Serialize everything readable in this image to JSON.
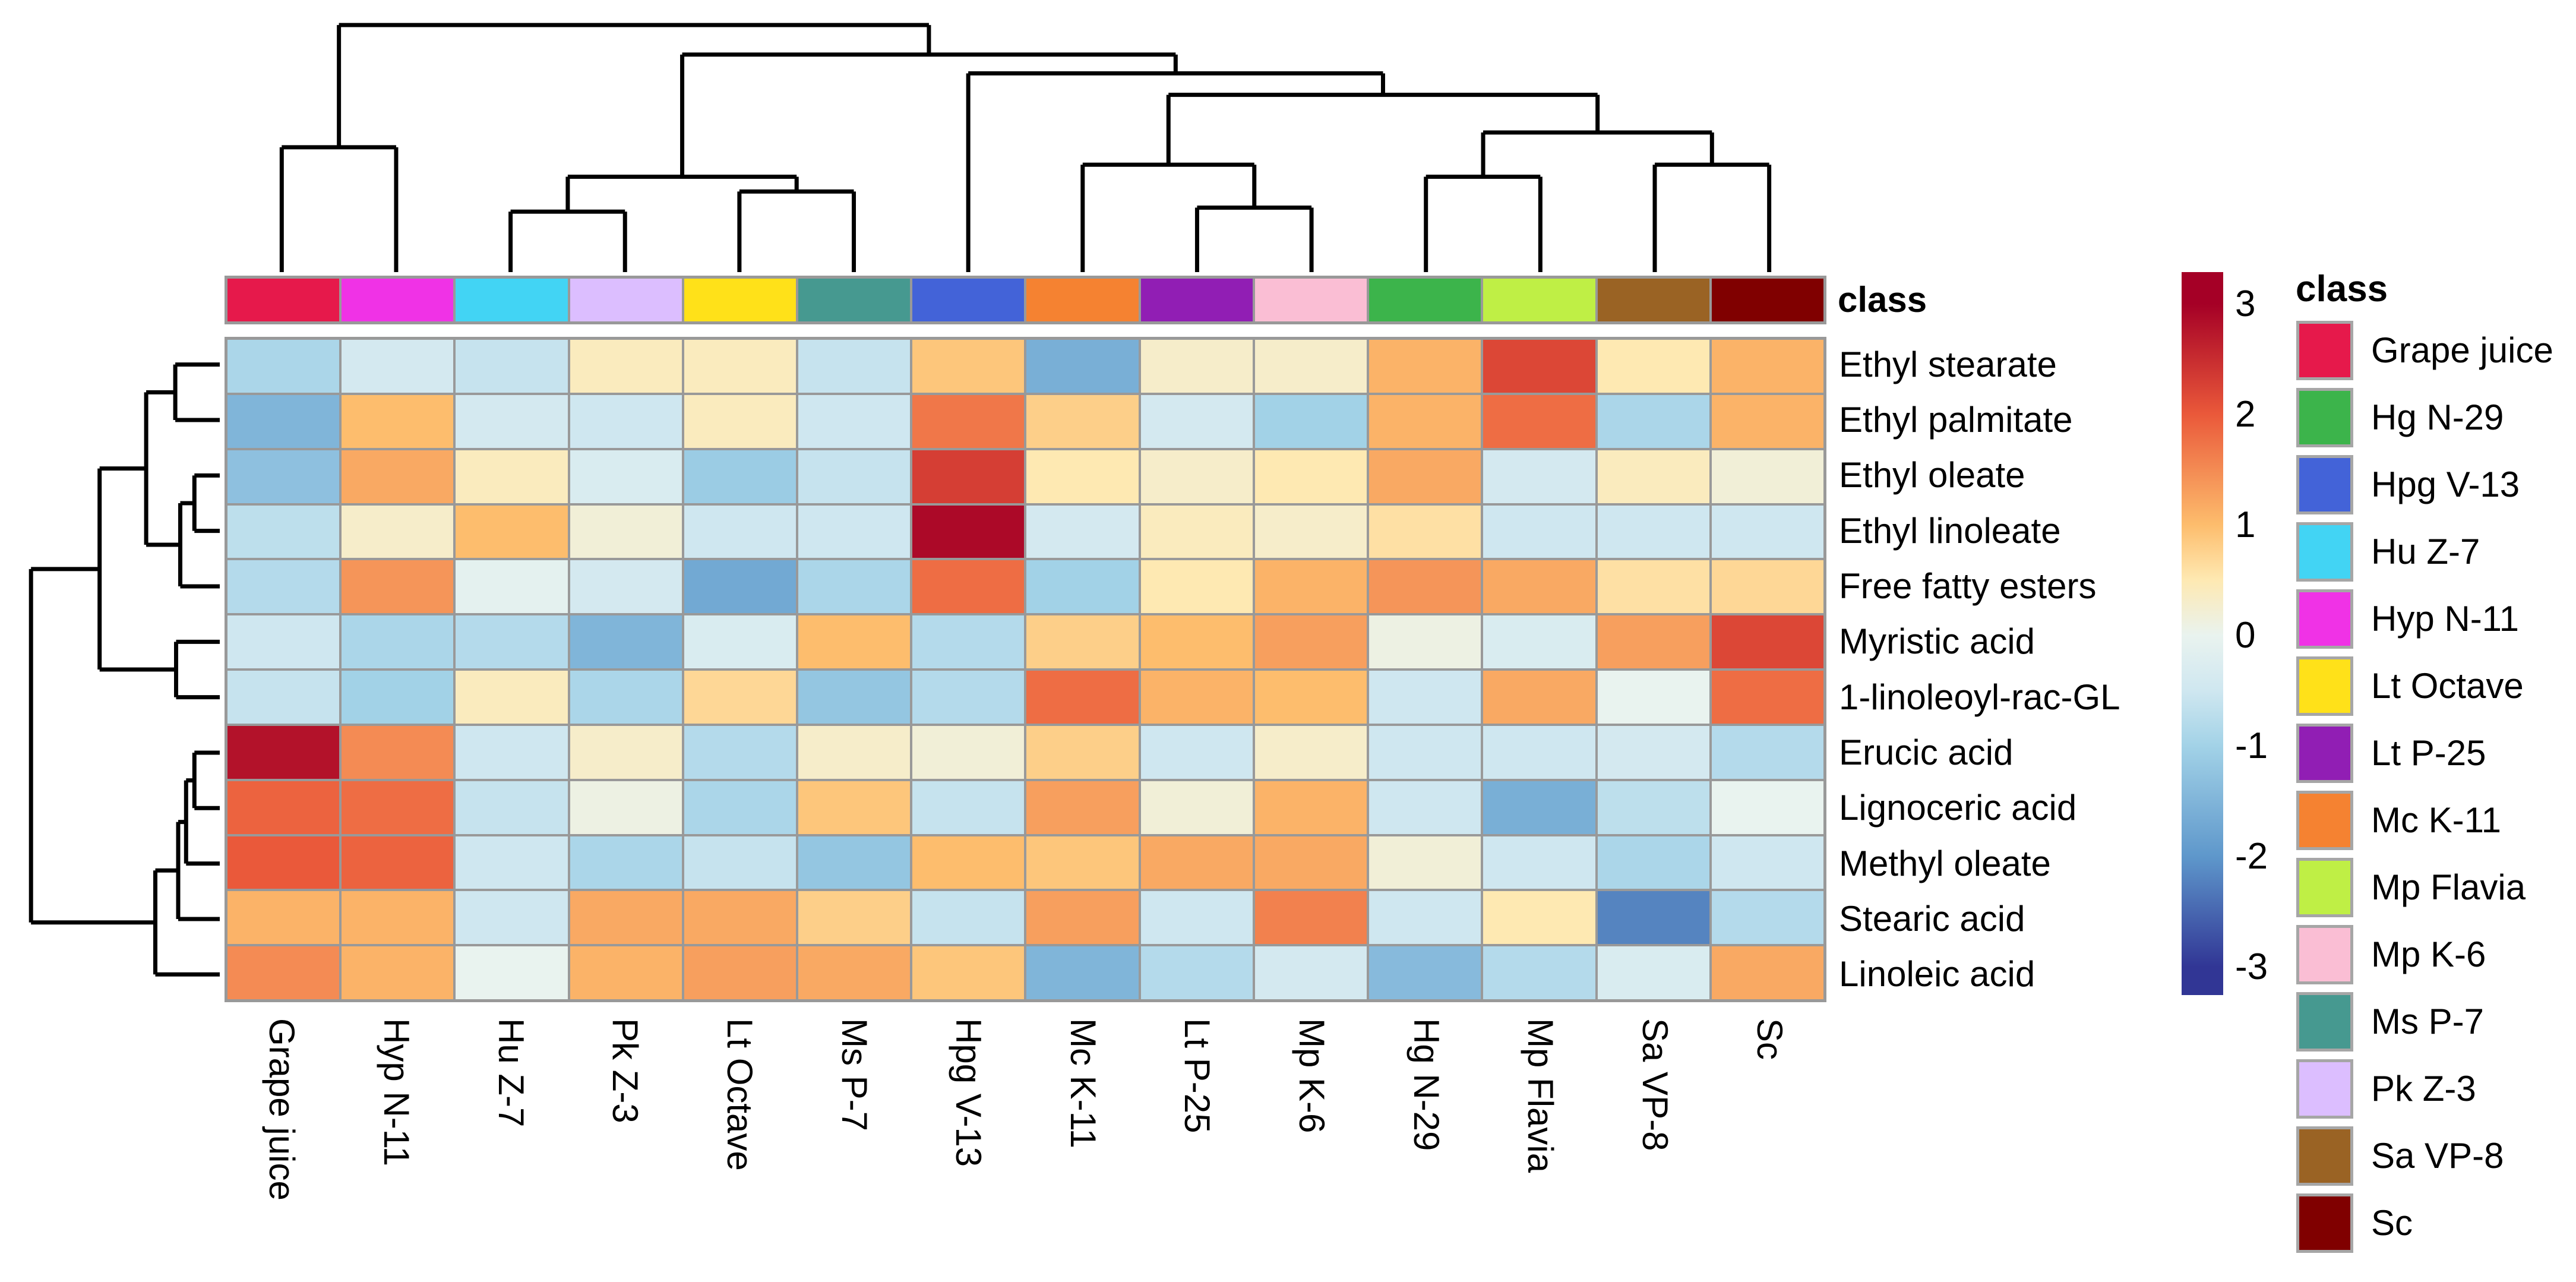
{
  "annotation_label": "class",
  "legend": {
    "title": "class",
    "items": [
      {
        "label": "Grape juice",
        "color": "#e6194B"
      },
      {
        "label": "Hg N-29",
        "color": "#3cb44b"
      },
      {
        "label": "Hpg V-13",
        "color": "#4363d8"
      },
      {
        "label": "Hu Z-7",
        "color": "#42d4f4"
      },
      {
        "label": "Hyp N-11",
        "color": "#f032e6"
      },
      {
        "label": "Lt Octave",
        "color": "#ffe119"
      },
      {
        "label": "Lt P-25",
        "color": "#911eb4"
      },
      {
        "label": "Mc K-11",
        "color": "#f58231"
      },
      {
        "label": "Mp Flavia",
        "color": "#bfef45"
      },
      {
        "label": "Mp K-6",
        "color": "#fabed4"
      },
      {
        "label": "Ms P-7",
        "color": "#469990"
      },
      {
        "label": "Pk Z-3",
        "color": "#dcbeff"
      },
      {
        "label": "Sa VP-8",
        "color": "#9A6324"
      },
      {
        "label": "Sc",
        "color": "#800000"
      }
    ]
  },
  "chart_data": {
    "type": "heatmap",
    "title": "",
    "xlabel": "",
    "ylabel": "",
    "grid_color": "#999999",
    "columns": [
      "Grape juice",
      "Hyp N-11",
      "Hu Z-7",
      "Pk Z-3",
      "Lt Octave",
      "Ms P-7",
      "Hpg V-13",
      "Mc K-11",
      "Lt P-25",
      "Mp K-6",
      "Hg N-29",
      "Mp Flavia",
      "Sa VP-8",
      "Sc"
    ],
    "column_class_colors": [
      "#e6194B",
      "#f032e6",
      "#42d4f4",
      "#dcbeff",
      "#ffe119",
      "#469990",
      "#4363d8",
      "#f58231",
      "#911eb4",
      "#fabed4",
      "#3cb44b",
      "#bfef45",
      "#9A6324",
      "#800000"
    ],
    "rows": [
      "Ethyl stearate",
      "Ethyl palmitate",
      "Ethyl oleate",
      "Ethyl linoleate",
      "Free fatty esters",
      "Myristic acid",
      "1-linoleoyl-rac-GL",
      "Erucic acid",
      "Lignoceric acid",
      "Methyl oleate",
      "Stearic acid",
      "Linoleic acid"
    ],
    "values": [
      [
        -0.9,
        -0.4,
        -0.6,
        0.4,
        0.4,
        -0.6,
        0.9,
        -1.6,
        0.3,
        0.3,
        1.1,
        2.2,
        0.5,
        1.1
      ],
      [
        -1.5,
        1.0,
        -0.4,
        -0.5,
        0.4,
        -0.5,
        1.7,
        0.8,
        -0.4,
        -1.0,
        1.1,
        1.8,
        -0.9,
        1.1
      ],
      [
        -1.3,
        1.2,
        0.4,
        -0.3,
        -1.1,
        -0.6,
        2.3,
        0.5,
        0.3,
        0.5,
        1.2,
        -0.4,
        0.4,
        0.2
      ],
      [
        -0.7,
        0.3,
        1.0,
        0.2,
        -0.5,
        -0.5,
        2.9,
        -0.4,
        0.4,
        0.3,
        0.6,
        -0.5,
        -0.5,
        -0.5
      ],
      [
        -0.8,
        1.4,
        -0.1,
        -0.4,
        -1.7,
        -0.9,
        1.8,
        -1.0,
        0.5,
        1.1,
        1.4,
        1.2,
        0.6,
        0.7
      ],
      [
        -0.5,
        -0.9,
        -0.8,
        -1.5,
        -0.3,
        1.0,
        -0.8,
        0.8,
        1.0,
        1.3,
        0.1,
        -0.3,
        1.3,
        2.2
      ],
      [
        -0.6,
        -1.0,
        0.4,
        -0.9,
        0.7,
        -1.2,
        -0.8,
        1.8,
        1.1,
        1.0,
        -0.5,
        1.2,
        0.0,
        1.8
      ],
      [
        2.8,
        1.5,
        -0.5,
        0.3,
        -0.8,
        0.3,
        0.2,
        0.8,
        -0.5,
        0.3,
        -0.5,
        -0.5,
        -0.4,
        -0.8
      ],
      [
        1.9,
        1.8,
        -0.6,
        0.1,
        -0.9,
        0.9,
        -0.6,
        1.3,
        0.2,
        1.1,
        -0.5,
        -1.6,
        -0.7,
        0.0
      ],
      [
        2.0,
        1.9,
        -0.5,
        -0.9,
        -0.6,
        -1.2,
        1.0,
        0.9,
        1.2,
        1.2,
        0.2,
        -0.5,
        -0.9,
        -0.5
      ],
      [
        1.1,
        1.1,
        -0.5,
        1.2,
        1.2,
        0.8,
        -0.6,
        1.3,
        -0.5,
        1.6,
        -0.5,
        0.5,
        -2.2,
        -0.8
      ],
      [
        1.5,
        1.1,
        0.0,
        1.1,
        1.3,
        1.2,
        0.9,
        -1.5,
        -0.8,
        -0.4,
        -1.4,
        -0.8,
        -0.3,
        1.2
      ]
    ],
    "value_range": [
      -3,
      3
    ],
    "colorbar": {
      "ticks": [
        3,
        2,
        1,
        0,
        -1,
        -2,
        -3
      ],
      "tick_labels": [
        "3",
        "2",
        "1",
        "0",
        "-1",
        "-2",
        "-3"
      ],
      "stops": [
        {
          "v": 3,
          "c": "#a50026"
        },
        {
          "v": 2,
          "c": "#ea593a"
        },
        {
          "v": 1,
          "c": "#fdbd6d"
        },
        {
          "v": 0.5,
          "c": "#fee9b2"
        },
        {
          "v": 0,
          "c": "#e9f3ef"
        },
        {
          "v": -0.5,
          "c": "#cfe7f0"
        },
        {
          "v": -1,
          "c": "#a2d2e7"
        },
        {
          "v": -2,
          "c": "#5e97cb"
        },
        {
          "v": -3,
          "c": "#313695"
        }
      ]
    },
    "top_dendrogram": {
      "h": 0.92,
      "c": [
        {
          "h": 0.465,
          "c": [
            {
              "leaf": 0
            },
            {
              "leaf": 1
            }
          ]
        },
        {
          "h": 0.81,
          "c": [
            {
              "h": 0.355,
              "c": [
                {
                  "h": 0.225,
                  "c": [
                    {
                      "leaf": 2
                    },
                    {
                      "leaf": 3
                    }
                  ]
                },
                {
                  "h": 0.3,
                  "c": [
                    {
                      "leaf": 4
                    },
                    {
                      "leaf": 5
                    }
                  ]
                }
              ]
            },
            {
              "h": 0.74,
              "c": [
                {
                  "leaf": 6
                },
                {
                  "h": 0.66,
                  "c": [
                    {
                      "h": 0.4,
                      "c": [
                        {
                          "leaf": 7
                        },
                        {
                          "h": 0.24,
                          "c": [
                            {
                              "leaf": 8
                            },
                            {
                              "leaf": 9
                            }
                          ]
                        }
                      ]
                    },
                    {
                      "h": 0.52,
                      "c": [
                        {
                          "h": 0.355,
                          "c": [
                            {
                              "leaf": 10
                            },
                            {
                              "leaf": 11
                            }
                          ]
                        },
                        {
                          "h": 0.4,
                          "c": [
                            {
                              "leaf": 12
                            },
                            {
                              "leaf": 13
                            }
                          ]
                        }
                      ]
                    }
                  ]
                }
              ]
            }
          ]
        }
      ]
    },
    "left_dendrogram": {
      "h": 0.908,
      "c": [
        {
          "h": 0.578,
          "c": [
            {
              "h": 0.354,
              "c": [
                {
                  "h": 0.214,
                  "c": [
                    {
                      "leaf": 0
                    },
                    {
                      "leaf": 1
                    }
                  ]
                },
                {
                  "h": 0.19,
                  "c": [
                    {
                      "h": 0.122,
                      "c": [
                        {
                          "leaf": 2
                        },
                        {
                          "leaf": 3
                        }
                      ]
                    },
                    {
                      "leaf": 4
                    }
                  ]
                }
              ]
            },
            {
              "h": 0.21,
              "c": [
                {
                  "leaf": 5
                },
                {
                  "leaf": 6
                }
              ]
            }
          ]
        },
        {
          "h": 0.31,
          "c": [
            {
              "h": 0.2,
              "c": [
                {
                  "h": 0.162,
                  "c": [
                    {
                      "h": 0.122,
                      "c": [
                        {
                          "leaf": 7
                        },
                        {
                          "leaf": 8
                        }
                      ]
                    },
                    {
                      "leaf": 9
                    }
                  ]
                },
                {
                  "leaf": 10
                }
              ]
            },
            {
              "leaf": 11
            }
          ]
        }
      ]
    }
  }
}
